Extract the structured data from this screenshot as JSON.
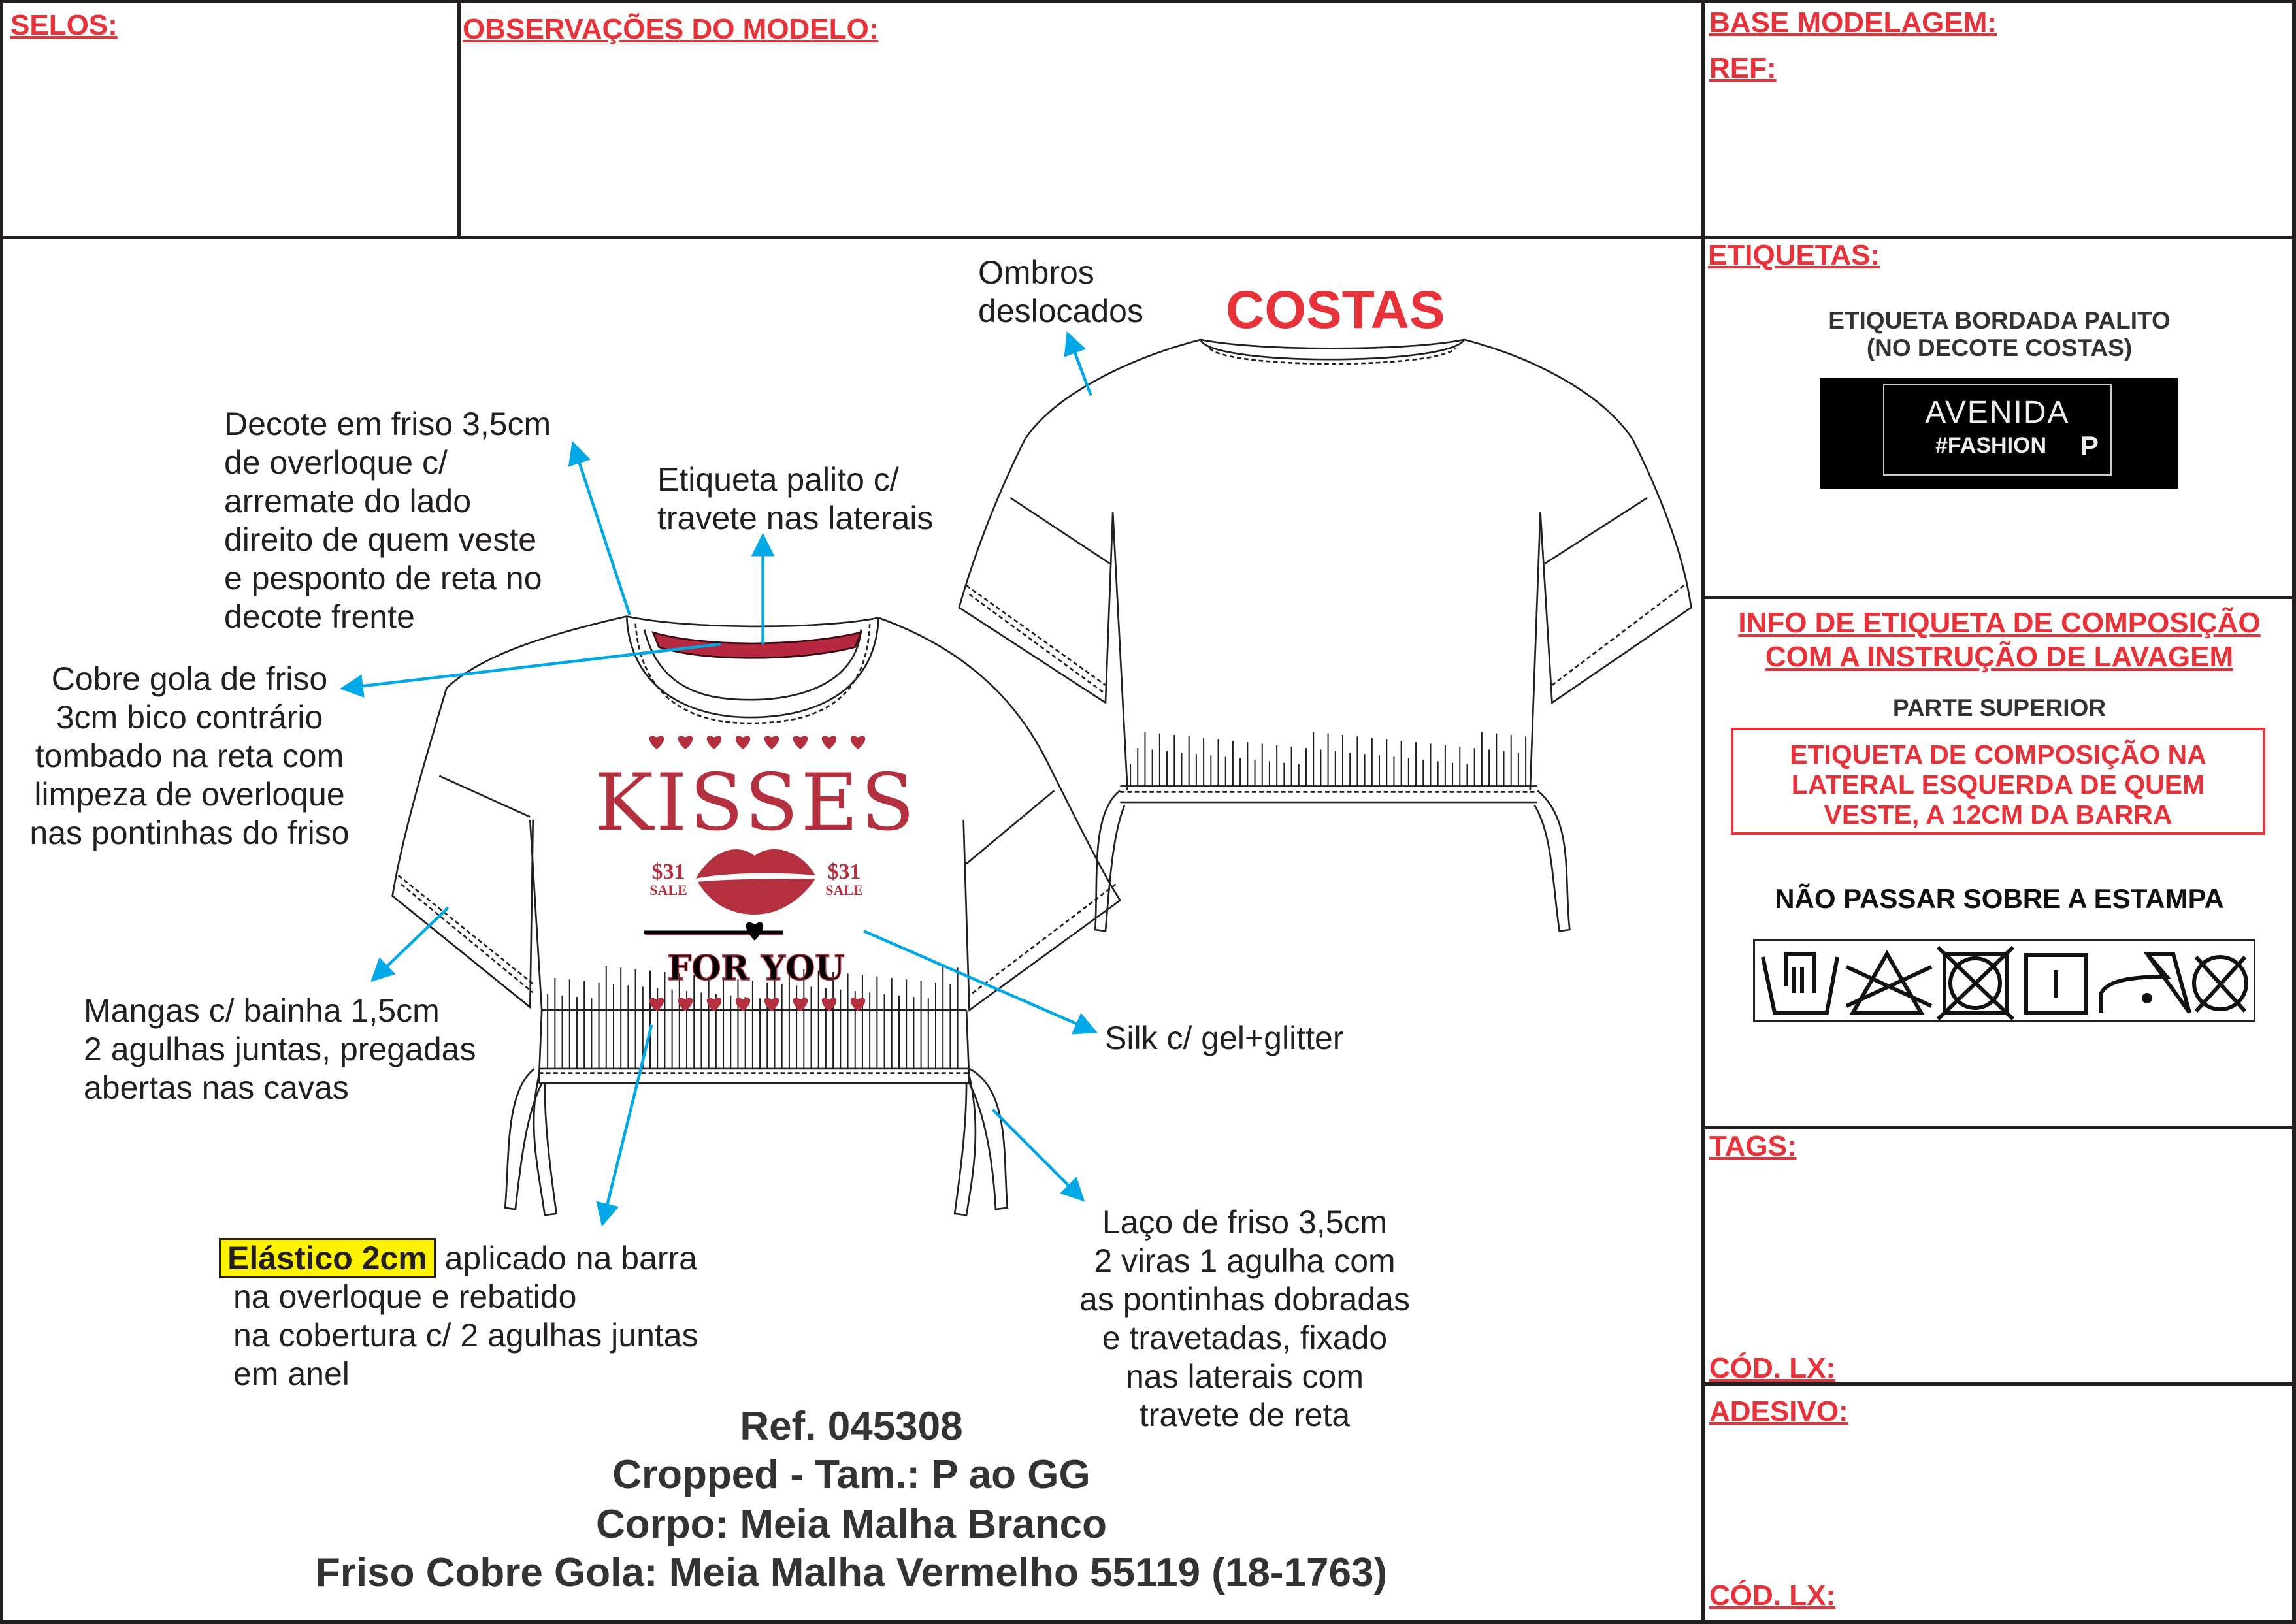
{
  "header": {
    "selos": "SELOS:",
    "observacoes": "OBSERVAÇÕES DO MODELO:",
    "base_modelagem": "BASE MODELAGEM:",
    "ref": "REF:"
  },
  "drawing": {
    "costas_label": "COSTAS",
    "print": {
      "title": "KISSES",
      "price": "$31",
      "sale": "SALE",
      "subtitle": "FOR YOU"
    },
    "annotations": {
      "ombros": [
        "Ombros",
        "deslocados"
      ],
      "decote": [
        "Decote em friso 3,5cm",
        "de overloque c/",
        "arremate do lado",
        "direito de quem veste",
        "e pesponto de reta no",
        "decote frente"
      ],
      "etiqueta_palito": [
        "Etiqueta palito c/",
        "travete nas laterais"
      ],
      "cobre_gola": [
        "Cobre gola de friso",
        "3cm bico contrário",
        "tombado na reta com",
        "limpeza de overloque",
        "nas pontinhas do friso"
      ],
      "mangas": [
        "Mangas c/ bainha 1,5cm",
        "2 agulhas juntas, pregadas",
        "abertas nas cavas"
      ],
      "silk": "Silk c/ gel+glitter",
      "elastico_highlight": "Elástico 2cm",
      "elastico": [
        " aplicado na barra",
        "na overloque e rebatido",
        "na cobertura c/ 2 agulhas juntas",
        "em anel"
      ],
      "laco": [
        "Laço de friso 3,5cm",
        "2 viras 1 agulha com",
        "as pontinhas dobradas",
        "e travetadas, fixado",
        "nas laterais com",
        "travete de reta"
      ]
    }
  },
  "spec": {
    "ref": "Ref. 045308",
    "model": "Cropped - Tam.: P ao GG",
    "body": "Corpo: Meia Malha Branco",
    "friso": "Friso Cobre Gola: Meia Malha Vermelho 55119 (18-1763)"
  },
  "sidebar": {
    "etiquetas": "ETIQUETAS:",
    "etiqueta_desc": [
      "ETIQUETA BORDADA PALITO",
      "(NO DECOTE COSTAS)"
    ],
    "label": {
      "brand": "AVENIDA",
      "tag": "#FASHION",
      "size": "P"
    },
    "info_heading": [
      "INFO DE ETIQUETA DE COMPOSIÇÃO",
      "COM A INSTRUÇÃO DE LAVAGEM"
    ],
    "parte": "PARTE SUPERIOR",
    "composicao": [
      "ETIQUETA DE COMPOSIÇÃO NA",
      "LATERAL ESQUERDA DE QUEM",
      "VESTE, A 12CM DA BARRA"
    ],
    "nao_passar": "NÃO PASSAR SOBRE A ESTAMPA",
    "care_icons": [
      "hand-wash-icon",
      "do-not-bleach-icon",
      "do-not-tumble-dry-icon",
      "line-dry-icon",
      "iron-low-icon",
      "do-not-dry-clean-icon"
    ],
    "tags": "TAGS:",
    "cod_lx_1": "CÓD. LX:",
    "adesivo": "ADESIVO:",
    "cod_lx_2": "CÓD. LX:"
  },
  "colors": {
    "accent_red": "#e8323a",
    "arrow_blue": "#00a8e6",
    "print_red": "#b5303f",
    "highlight": "#fff200"
  }
}
